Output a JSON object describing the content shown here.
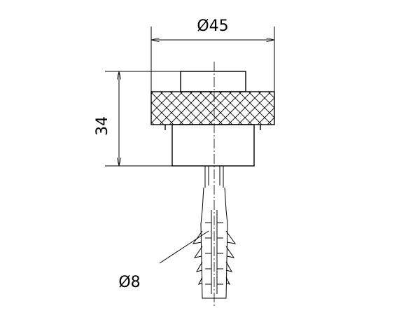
{
  "drawing": {
    "dimensions": {
      "diameter_top": "Ø45",
      "height": "34",
      "diameter_anchor": "Ø8"
    },
    "colors": {
      "line": "#000000",
      "background": "#ffffff"
    }
  }
}
